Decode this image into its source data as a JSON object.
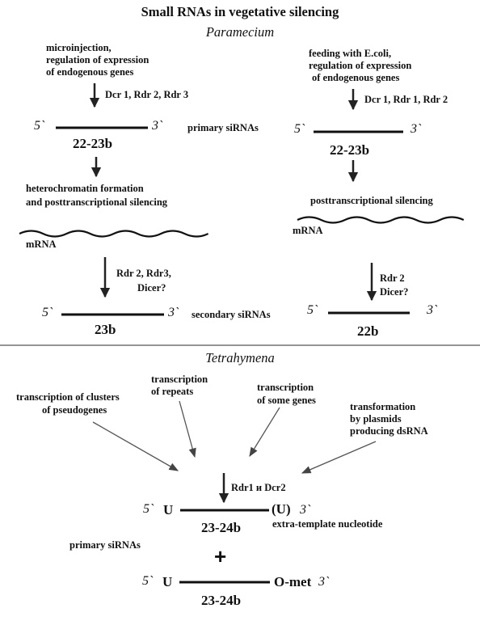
{
  "title": "Small RNAs in vegetative silencing",
  "paramecium": {
    "heading": "Paramecium",
    "left": {
      "input": [
        "microinjection,",
        "regulation of expression",
        "of endogenous genes"
      ],
      "enzymes1": "Dcr 1, Rdr 2, Rdr 3",
      "five_prime": "5`",
      "three_prime": "3`",
      "length1": "22-23b",
      "process": [
        "heterochromatin formation",
        "and posttranscriptional silencing"
      ],
      "mrna": "mRNA",
      "enzymes2": [
        "Rdr 2, Rdr3,",
        "Dicer?"
      ],
      "length2": "23b"
    },
    "center": {
      "primary": "primary siRNAs",
      "secondary": "secondary siRNAs"
    },
    "right": {
      "input": [
        "feeding with E.coli,",
        "regulation of expression",
        "of endogenous genes"
      ],
      "enzymes1": "Dcr 1, Rdr 1, Rdr 2",
      "five_prime": "5`",
      "three_prime": "3`",
      "length1": "22-23b",
      "process": "posttranscriptional silencing",
      "mrna": "mRNA",
      "enzymes2": [
        "Rdr 2",
        "Dicer?"
      ],
      "length2": "22b"
    }
  },
  "tetrahymena": {
    "heading": "Tetrahymena",
    "sources": {
      "pseudogenes": [
        "transcription of clusters",
        "of pseudogenes"
      ],
      "repeats": [
        "transcription",
        "of repeats"
      ],
      "genes": [
        "transcription",
        "of some genes"
      ],
      "plasmids": [
        "transformation",
        "by plasmids",
        "producing dsRNA"
      ]
    },
    "enzymes": "Rdr1 и Dcr2",
    "five_prime": "5`",
    "three_prime": "3`",
    "u_start": "U",
    "u_end": "(U)",
    "length": "23-24b",
    "extra": "extra-template nucleotide",
    "primary": "primary siRNAs",
    "plus": "+",
    "o_met": "O-met"
  }
}
